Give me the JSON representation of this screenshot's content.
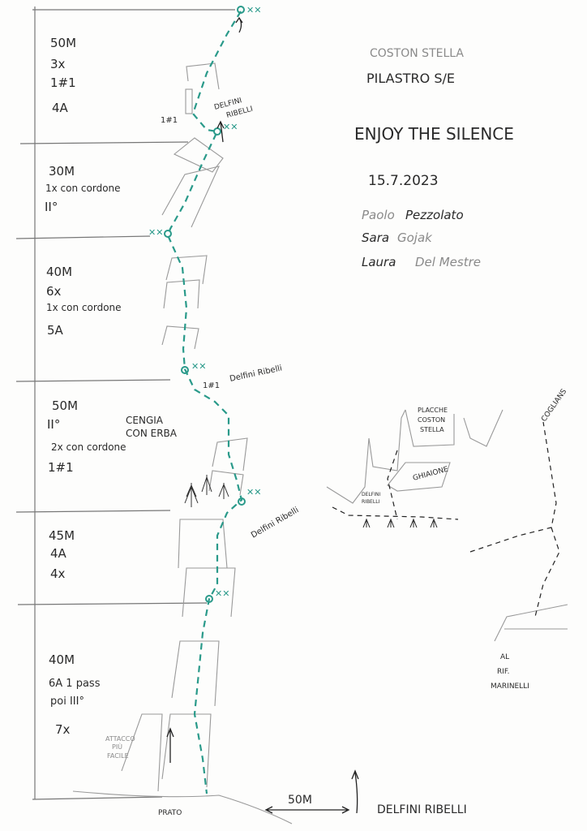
{
  "title": {
    "area": "COSTON STELLA",
    "sector": "PILASTRO S/E",
    "route_name": "ENJOY THE SILENCE",
    "date": "15.7.2023",
    "climbers": [
      {
        "first": "Paolo",
        "last": "Pezzolato"
      },
      {
        "first": "Sara",
        "last": "Gojak"
      },
      {
        "first": "Laura",
        "last": "Del Mestre"
      }
    ]
  },
  "pitches": [
    {
      "length": "50M",
      "notes": [
        "3x",
        "1#1",
        "4A"
      ]
    },
    {
      "length": "30M",
      "notes": [
        "1x con cordone",
        "II°"
      ]
    },
    {
      "length": "40M",
      "notes": [
        "6x",
        "1x con cordone",
        "5A"
      ]
    },
    {
      "length": "50M",
      "notes": [
        "II°",
        "2x con cordone",
        "1#1"
      ]
    },
    {
      "length": "45M",
      "notes": [
        "4A",
        "4x"
      ]
    },
    {
      "length": "40M",
      "notes": [
        "6A 1 pass",
        "poi III°",
        "7x"
      ]
    }
  ],
  "annotations": {
    "top_exit": [
      "DELFINI",
      "RIBELLI"
    ],
    "top_cam": "1#1",
    "mid_cam": "1#1",
    "mid_delfini": "Delfini Ribelli",
    "ledge": [
      "CENGIA",
      "CON ERBA"
    ],
    "lower_delfini": "Delfini Ribelli",
    "easier_start": [
      "ATTACCO",
      "PIÙ",
      "FACILE"
    ],
    "meadow": "PRATO",
    "distance": "50M",
    "bottom_delfini": "DELFINI RIBELLI"
  },
  "approach_map": {
    "slabs": [
      "PLACCHE",
      "COSTON",
      "STELLA"
    ],
    "scree": "GHIAIONE",
    "delfini": [
      "DELFINI",
      "RIBELLI"
    ],
    "coglians": "COGLIANS",
    "hut": [
      "AL",
      "RIF.",
      "MARINELLI"
    ]
  },
  "colors": {
    "route": "#2a9a8a",
    "ink": "#2a2a2a",
    "pencil": "#8a8a8a"
  }
}
